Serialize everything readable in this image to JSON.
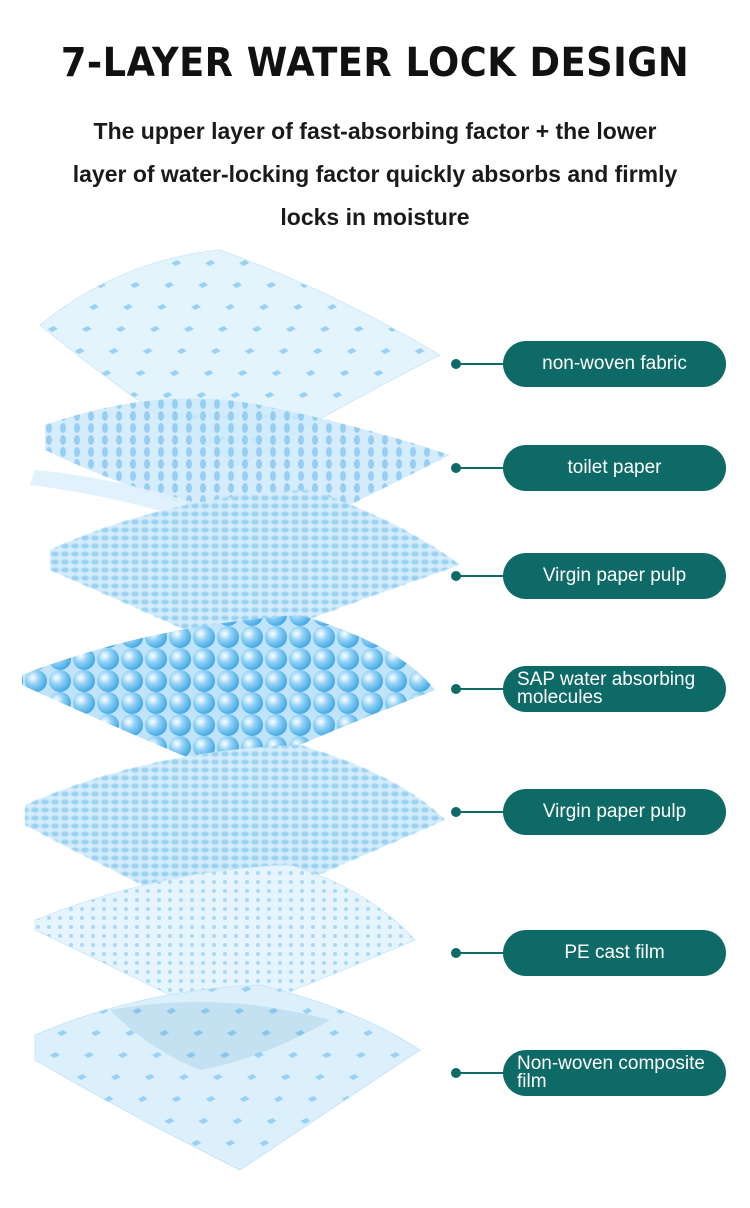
{
  "header": {
    "title": "7-LAYER WATER LOCK DESIGN",
    "subtitle": "The upper layer of fast-absorbing factor + the lower layer of water-locking factor quickly absorbs and firmly locks in moisture"
  },
  "layers": [
    {
      "label": "non-woven fabric"
    },
    {
      "label": "toilet paper"
    },
    {
      "label": "Virgin paper pulp"
    },
    {
      "label": "SAP water absorbing molecules"
    },
    {
      "label": "Virgin paper pulp"
    },
    {
      "label": "PE cast film"
    },
    {
      "label": "Non-woven composite film"
    }
  ],
  "colors": {
    "accent": "#0e6a66",
    "layer_light": "#d8eefb",
    "layer_mid": "#9fd3f3",
    "sphere": "#5bb8ec"
  }
}
